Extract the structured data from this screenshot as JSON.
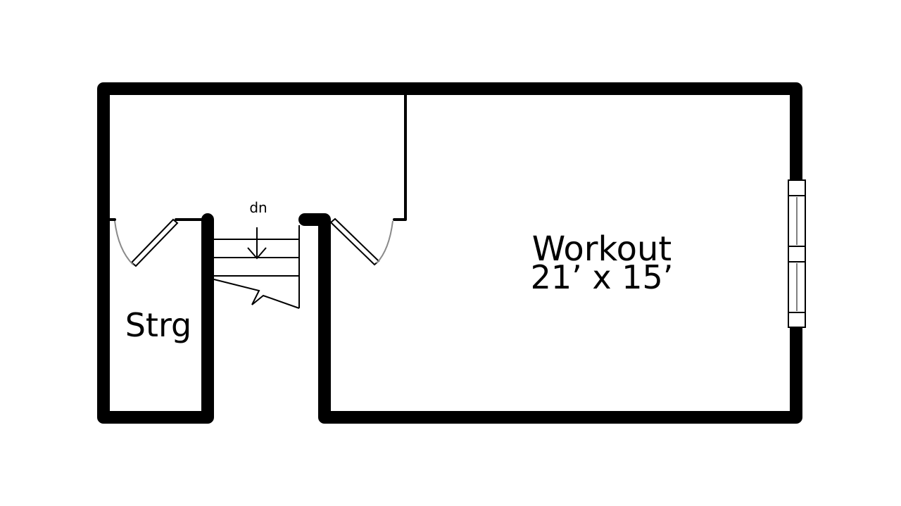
{
  "floorplan": {
    "rooms": [
      {
        "name": "Workout",
        "dimensions": "21’ x 15’"
      },
      {
        "name": "Strg"
      }
    ],
    "stair": {
      "direction_label": "dn"
    }
  },
  "colors": {
    "wall": "#000000",
    "door_swing": "#8a8a8a",
    "background": "#ffffff"
  }
}
